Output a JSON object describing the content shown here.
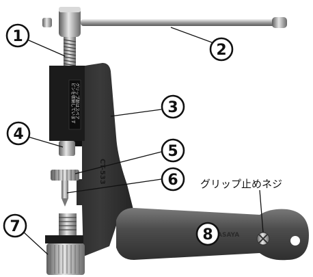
{
  "diagram": {
    "callouts": [
      {
        "id": 1,
        "label": "1"
      },
      {
        "id": 2,
        "label": "2"
      },
      {
        "id": 3,
        "label": "3"
      },
      {
        "id": 4,
        "label": "4"
      },
      {
        "id": 5,
        "label": "5"
      },
      {
        "id": 6,
        "label": "6"
      },
      {
        "id": 7,
        "label": "7"
      },
      {
        "id": 8,
        "label": "8"
      }
    ],
    "grip_screw_label": "グリップ止めネジ",
    "body_sticker_line1": "グリップ部はスペア",
    "body_sticker_line2": "ピンを収納しています",
    "body_embossed": "CT-533",
    "grip_brand": "ASAYA",
    "colors": {
      "metal_dark": "#2a2a2a",
      "metal_light": "#bdbdbd",
      "grip": "#4a4a4a",
      "callout_fill": "#ffffff",
      "callout_stroke": "#111111"
    }
  }
}
